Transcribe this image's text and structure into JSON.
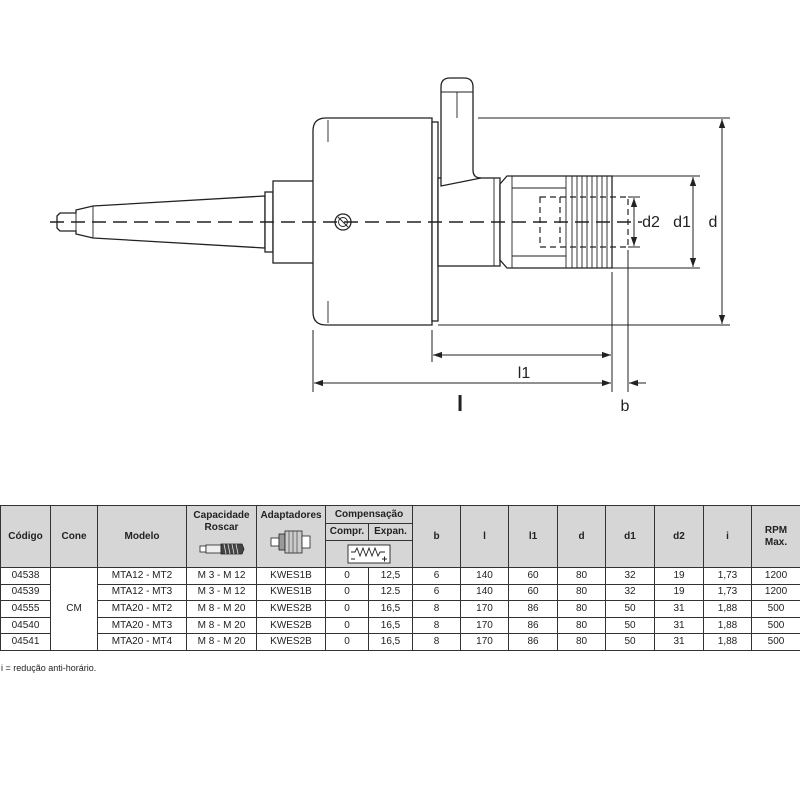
{
  "drawing": {
    "labels": {
      "d2": "d2",
      "d1": "d1",
      "d": "d",
      "l1": "l1",
      "l": "l",
      "b": "b"
    }
  },
  "table": {
    "headers": {
      "codigo": "Código",
      "cone": "Cone",
      "modelo": "Modelo",
      "capacidade_roscar": [
        "Capacidade",
        "Roscar"
      ],
      "adaptadores": "Adaptadores",
      "compensacao": "Compensação",
      "compr": "Compr.",
      "expan": "Expan.",
      "b": "b",
      "l": "l",
      "l1": "l1",
      "d": "d",
      "d1": "d1",
      "d2": "d2",
      "i": "i",
      "rpm_max": [
        "RPM",
        "Max."
      ]
    },
    "header_icons": {
      "capacidade_roscar": "tap-icon",
      "adaptadores": "adapter-icon",
      "compensacao": "spring-compensation-icon"
    },
    "cone_value": "CM",
    "rows": [
      {
        "codigo": "04538",
        "modelo": "MTA12 - MT2",
        "capacidade": "M 3 - M 12",
        "adaptador": "KWES1B",
        "compr": "0",
        "expan": "12,5",
        "b": "6",
        "l": "140",
        "l1": "60",
        "d": "80",
        "d1": "32",
        "d2": "19",
        "i": "1,73",
        "rpm": "1200"
      },
      {
        "codigo": "04539",
        "modelo": "MTA12 - MT3",
        "capacidade": "M 3 - M 12",
        "adaptador": "KWES1B",
        "compr": "0",
        "expan": "12.5",
        "b": "6",
        "l": "140",
        "l1": "60",
        "d": "80",
        "d1": "32",
        "d2": "19",
        "i": "1,73",
        "rpm": "1200"
      },
      {
        "codigo": "04555",
        "modelo": "MTA20 - MT2",
        "capacidade": "M 8 - M 20",
        "adaptador": "KWES2B",
        "compr": "0",
        "expan": "16,5",
        "b": "8",
        "l": "170",
        "l1": "86",
        "d": "80",
        "d1": "50",
        "d2": "31",
        "i": "1,88",
        "rpm": "500"
      },
      {
        "codigo": "04540",
        "modelo": "MTA20 - MT3",
        "capacidade": "M 8 - M 20",
        "adaptador": "KWES2B",
        "compr": "0",
        "expan": "16,5",
        "b": "8",
        "l": "170",
        "l1": "86",
        "d": "80",
        "d1": "50",
        "d2": "31",
        "i": "1,88",
        "rpm": "500"
      },
      {
        "codigo": "04541",
        "modelo": "MTA20 - MT4",
        "capacidade": "M 8 - M 20",
        "adaptador": "KWES2B",
        "compr": "0",
        "expan": "16,5",
        "b": "8",
        "l": "170",
        "l1": "86",
        "d": "80",
        "d1": "50",
        "d2": "31",
        "i": "1,88",
        "rpm": "500"
      }
    ]
  },
  "footnote": "i = redução anti-horário.",
  "colors": {
    "header_background": "#d6d6d6",
    "line": "#222222"
  }
}
